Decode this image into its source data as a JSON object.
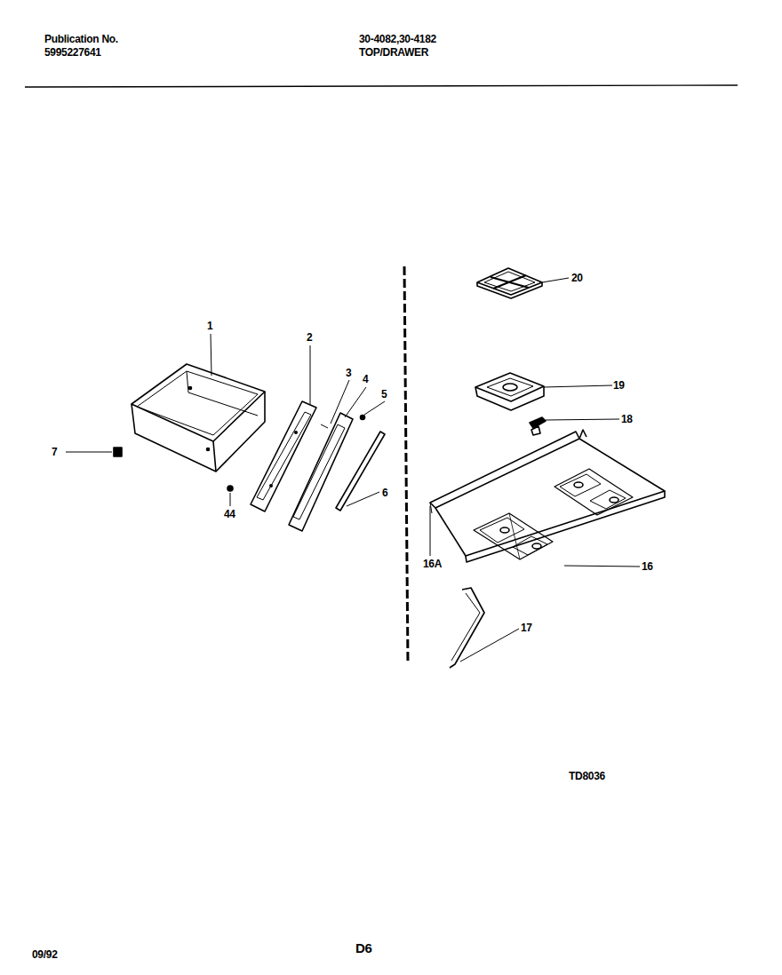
{
  "diagram": {
    "title": "TOP/DRAWER",
    "labels": [
      "Publication No.",
      "5995227641",
      "30-4082,30-4182",
      "1",
      "2",
      "3",
      "4",
      "5",
      "6",
      "7",
      "44",
      "20",
      "19",
      "18",
      "16A",
      "16",
      "17",
      "TD8036",
      "09/92",
      "D6"
    ]
  }
}
